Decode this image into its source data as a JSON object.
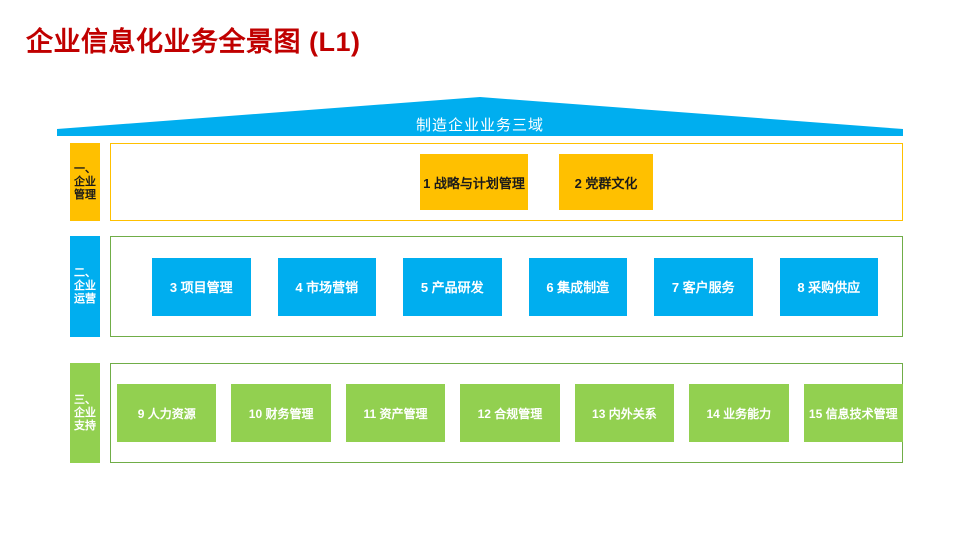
{
  "title": "企业信息化业务全景图 (L1)",
  "roof": {
    "label": "制造企业业务三域",
    "color": "#00AEEF"
  },
  "colors": {
    "title": "#C00000",
    "row1": "#FFC000",
    "row2": "#00AEEF",
    "row3": "#92D050",
    "frame_green": "#70AD47"
  },
  "bands": [
    {
      "tab_label": "一、企业管理",
      "accent": "#FFC000",
      "items": [
        {
          "label": "1 战略与计划管理"
        },
        {
          "label": "2 党群文化"
        }
      ]
    },
    {
      "tab_label": "二、企业运营",
      "accent": "#00AEEF",
      "items": [
        {
          "label": "3 项目管理"
        },
        {
          "label": "4 市场营销"
        },
        {
          "label": "5 产品研发"
        },
        {
          "label": "6 集成制造"
        },
        {
          "label": "7 客户服务"
        },
        {
          "label": "8 采购供应"
        }
      ]
    },
    {
      "tab_label": "三、企业支持",
      "accent": "#92D050",
      "items": [
        {
          "label": "9 人力资源"
        },
        {
          "label": "10 财务管理"
        },
        {
          "label": "11 资产管理"
        },
        {
          "label": "12 合规管理"
        },
        {
          "label": "13 内外关系"
        },
        {
          "label": "14 业务能力"
        },
        {
          "label": "15 信息技术管理"
        }
      ]
    }
  ]
}
